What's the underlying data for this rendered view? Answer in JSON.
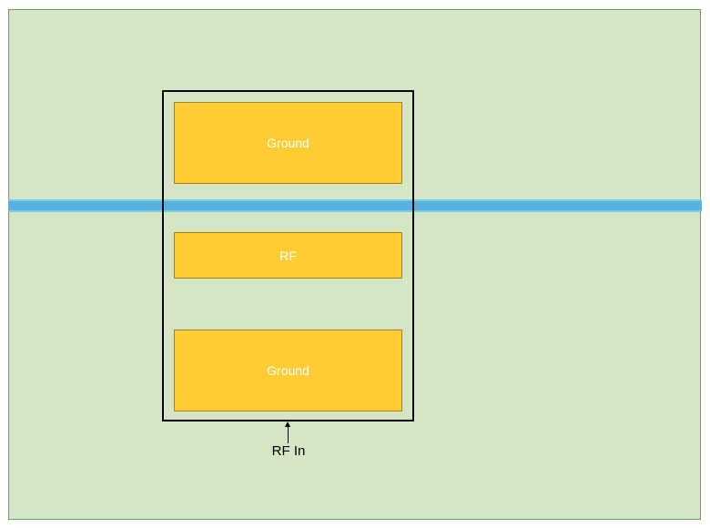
{
  "colors": {
    "board_fill": "#d5e6c4",
    "board_border": "#5fa85a",
    "strip_fill": "#5aaee0",
    "strip_edge": "#6fd3df",
    "pad_fill": "#ffcc33",
    "pad_border": "#a8801e",
    "outline": "#000000",
    "pad_text": "#ffffff",
    "caption_text": "#000000"
  },
  "pads": {
    "top_label": "Ground",
    "middle_label": "RF",
    "bottom_label": "Ground"
  },
  "connector": {
    "caption": "RF In",
    "arrow": "up-arrow-icon"
  }
}
